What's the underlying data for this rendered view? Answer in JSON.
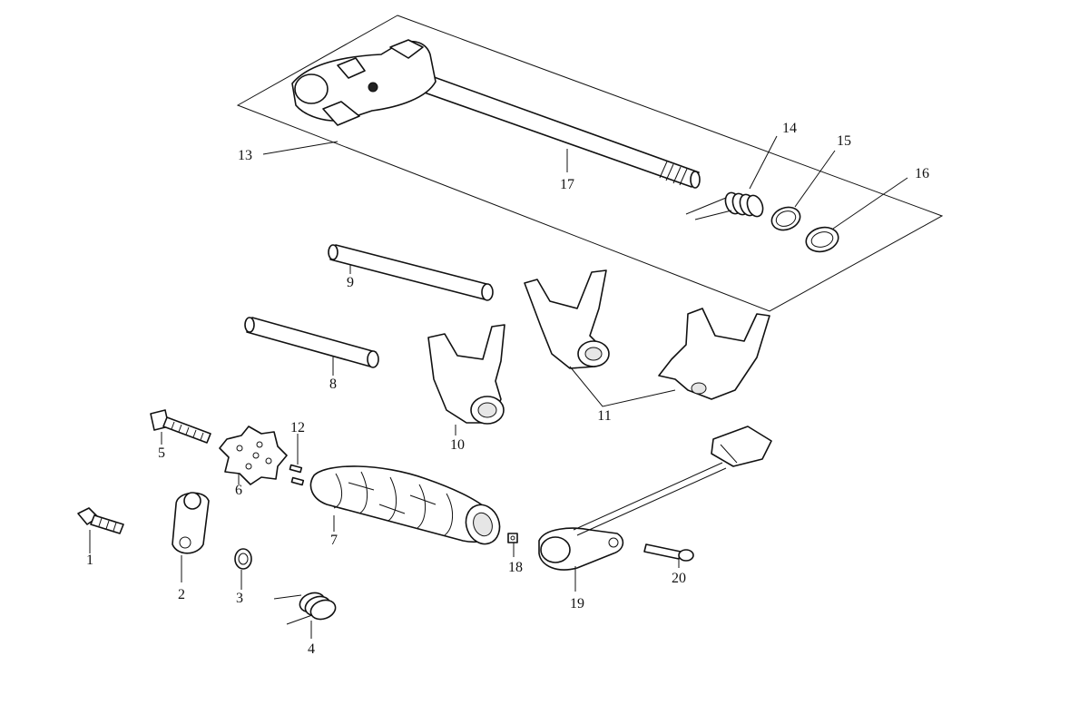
{
  "diagram": {
    "callouts": [
      {
        "id": "1",
        "label": "1"
      },
      {
        "id": "2",
        "label": "2"
      },
      {
        "id": "3",
        "label": "3"
      },
      {
        "id": "4",
        "label": "4"
      },
      {
        "id": "5",
        "label": "5"
      },
      {
        "id": "6",
        "label": "6"
      },
      {
        "id": "7",
        "label": "7"
      },
      {
        "id": "8",
        "label": "8"
      },
      {
        "id": "9",
        "label": "9"
      },
      {
        "id": "10",
        "label": "10"
      },
      {
        "id": "11",
        "label": "11"
      },
      {
        "id": "12",
        "label": "12"
      },
      {
        "id": "13",
        "label": "13"
      },
      {
        "id": "14",
        "label": "14"
      },
      {
        "id": "15",
        "label": "15"
      },
      {
        "id": "16",
        "label": "16"
      },
      {
        "id": "17",
        "label": "17"
      },
      {
        "id": "18",
        "label": "18"
      },
      {
        "id": "19",
        "label": "19"
      },
      {
        "id": "20",
        "label": "20"
      }
    ]
  }
}
